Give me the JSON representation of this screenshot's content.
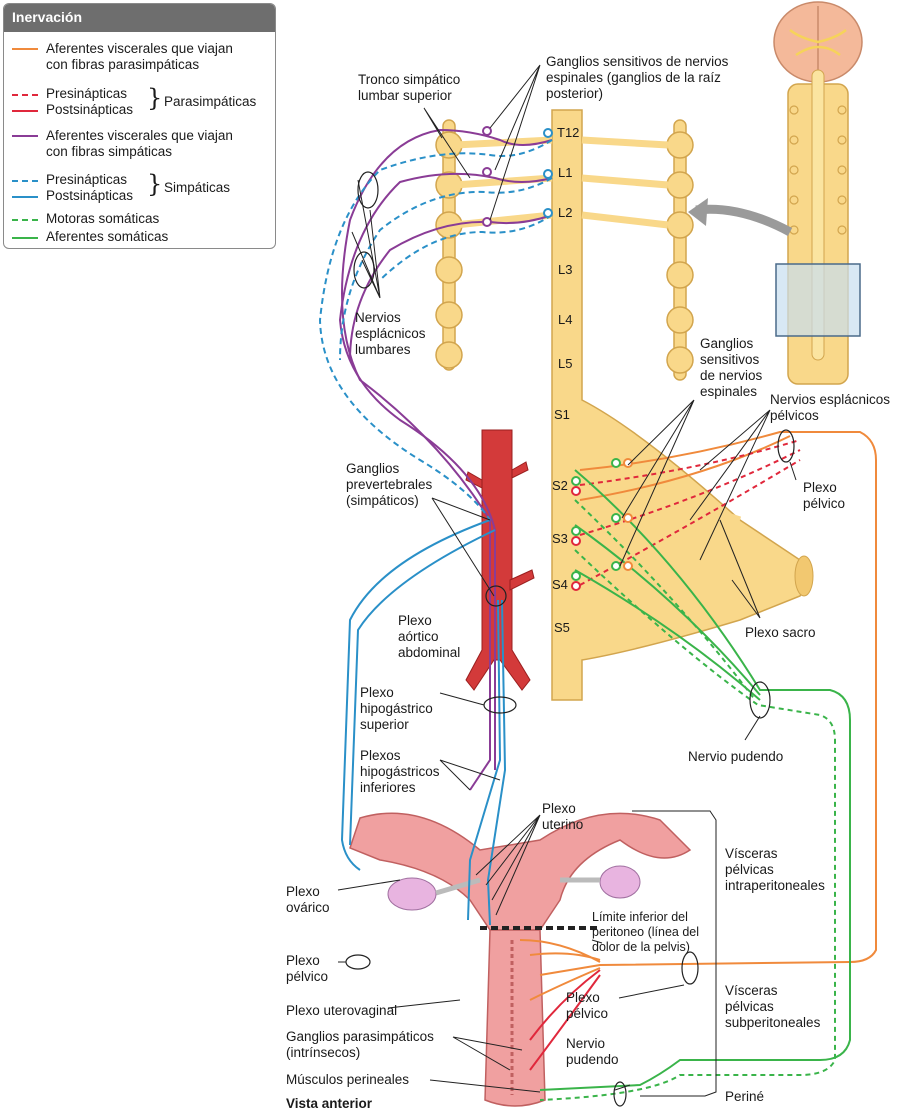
{
  "legend": {
    "title": "Inervación",
    "items": {
      "aferentes_para": "Aferentes viscerales que viajan\ncon fibras parasimpáticas",
      "pre_para": "Presinápticas",
      "post_para": "Postsinápticas",
      "para_group": "Parasimpáticas",
      "aferentes_simp": "Aferentes viscerales que viajan\ncon fibras simpáticas",
      "pre_simp": "Presinápticas",
      "post_simp": "Postsinápticas",
      "simp_group": "Simpáticas",
      "motoras": "Motoras somáticas",
      "aferentes_som": "Aferentes somáticas"
    },
    "colors": {
      "orange": "#f08a3c",
      "red": "#e0283c",
      "purple": "#8a3c96",
      "blue": "#2a90c8",
      "green": "#3ab44a"
    }
  },
  "segments": {
    "t12": "T12",
    "l1": "L1",
    "l2": "L2",
    "l3": "L3",
    "l4": "L4",
    "l5": "L5",
    "s1": "S1",
    "s2": "S2",
    "s3": "S3",
    "s4": "S4",
    "s5": "S5"
  },
  "labels": {
    "tronco": "Tronco simpático\nlumbar superior",
    "ganglios_sens_top": "Ganglios sensitivos de nervios\nespinales (ganglios de la raíz\nposterior)",
    "nervios_lumbares": "Nervios\nesplácnicos\nlumbares",
    "ganglios_sens_mid": "Ganglios\nsensitivos\nde nervios\nespinales",
    "nervios_pelvicos": "Nervios esplácnicos\npélvicos",
    "plexo_pelvico_r": "Plexo\npélvico",
    "ganglios_prevert": "Ganglios\nprevertebrales\n(simpáticos)",
    "plexo_aortico": "Plexo\naórtico\nabdominal",
    "plexo_sacro": "Plexo sacro",
    "plexo_hipo_sup": "Plexo\nhipogástrico\nsuperior",
    "nervio_pudendo_r": "Nervio pudendo",
    "plexos_hipo_inf": "Plexos\nhipogástricos\ninferiores",
    "plexo_uterino": "Plexo\nuterino",
    "visceras_intra": "Vísceras\npélvicas\nintraperitoneales",
    "plexo_ovarico": "Plexo\novárico",
    "limite": "Límite inferior del\nperitoneo (línea del\ndolor de la pelvis)",
    "plexo_pelvico_l": "Plexo\npélvico",
    "plexo_pelvico_c": "Plexo\npélvico",
    "visceras_sub": "Vísceras\npélvicas\nsubperitoneales",
    "plexo_uterovaginal": "Plexo uterovaginal",
    "ganglios_parasimp": "Ganglios parasimpáticos\n(intrínsecos)",
    "nervio_pudendo_c": "Nervio\npudendo",
    "musculos": "Músculos perineales",
    "perine": "Periné",
    "vista": "Vista anterior"
  }
}
